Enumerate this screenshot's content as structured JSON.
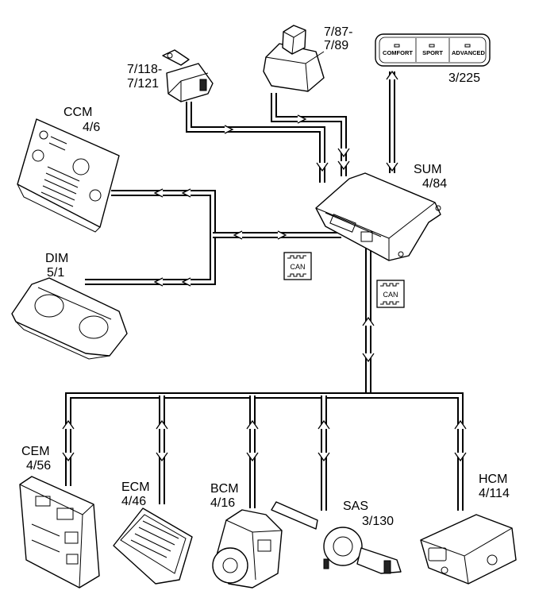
{
  "modules": {
    "ccm": {
      "name": "CCM",
      "code": "4/6"
    },
    "dim": {
      "name": "DIM",
      "code": "5/1"
    },
    "relay_a": {
      "code_line1": "7/118-",
      "code_line2": "7/121"
    },
    "relay_b": {
      "code_line1": "7/87-",
      "code_line2": "7/89"
    },
    "switch_panel": {
      "code": "3/225",
      "buttons": [
        "COMFORT",
        "SPORT",
        "ADVANCED"
      ]
    },
    "sum": {
      "name": "SUM",
      "code": "4/84"
    },
    "cem": {
      "name": "CEM",
      "code": "4/56"
    },
    "ecm": {
      "name": "ECM",
      "code": "4/46"
    },
    "bcm": {
      "name": "BCM",
      "code": "4/16"
    },
    "sas": {
      "name": "SAS",
      "code": "3/130"
    },
    "hcm": {
      "name": "HCM",
      "code": "4/114"
    }
  },
  "can_labels": [
    "CAN",
    "CAN"
  ]
}
